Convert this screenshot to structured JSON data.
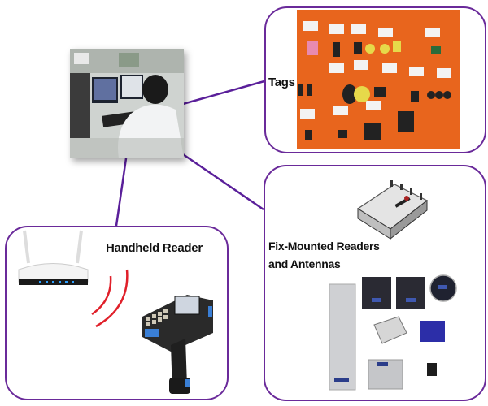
{
  "diagram": {
    "center_node": {
      "image": "operator-at-workstation-photo"
    },
    "nodes": [
      {
        "id": "tags",
        "label": "Tags",
        "image": "rfid-tags-display-photo"
      },
      {
        "id": "fix",
        "label_line1": "Fix-Mounted Readers",
        "label_line2": "and Antennas",
        "image": "fixed-readers-antennas-photo"
      },
      {
        "id": "handheld",
        "label": "Handheld Reader",
        "image": "router-and-handheld-reader-photo"
      }
    ],
    "colors": {
      "border": "#6a2a9a",
      "connector": "#5a1f9a",
      "wave": "#e0202a",
      "tags_bg": "#e8651d"
    }
  }
}
